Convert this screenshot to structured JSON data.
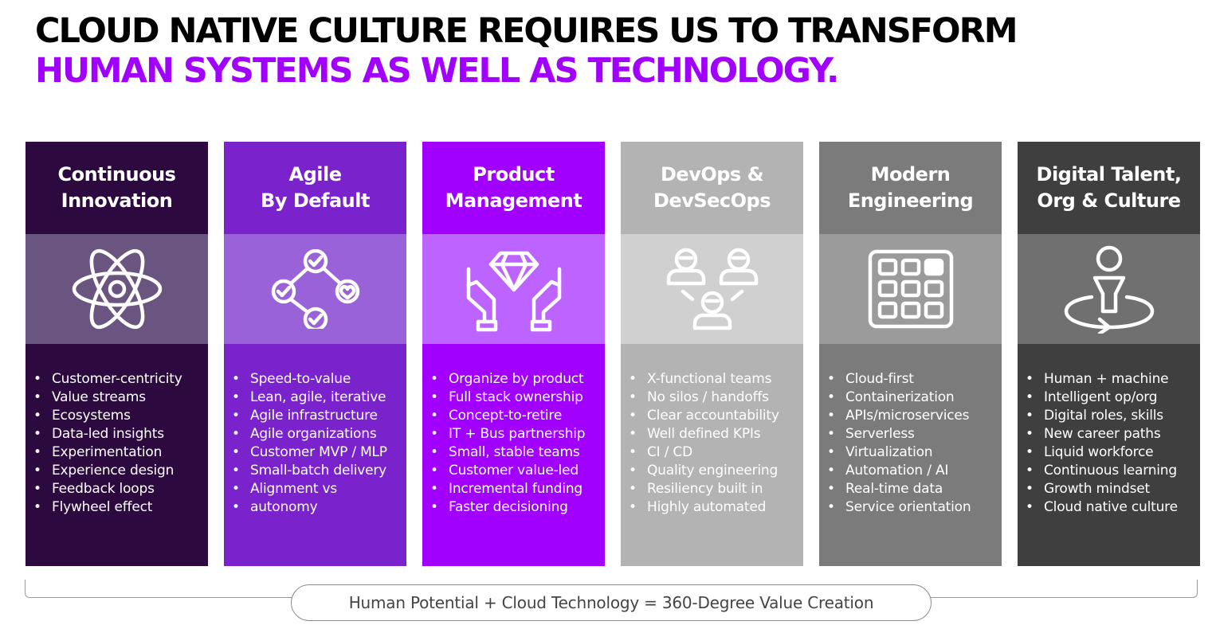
{
  "title": {
    "line1": "CLOUD NATIVE CULTURE REQUIRES US TO TRANSFORM",
    "line2": "HUMAN SYSTEMS AS WELL AS TECHNOLOGY."
  },
  "colors": {
    "title_black": "#000000",
    "title_purple": "#a100ff",
    "col1": [
      "#2c0a40",
      "#6a5580",
      "#2c0a40"
    ],
    "col2": [
      "#7a22cc",
      "#9a62d9",
      "#7a22cc"
    ],
    "col3": [
      "#a100ff",
      "#bd63ff",
      "#a100ff"
    ],
    "col4": [
      "#b3b3b3",
      "#d0d0d0",
      "#b3b3b3"
    ],
    "col5": [
      "#7b7b7b",
      "#9b9b9b",
      "#7b7b7b"
    ],
    "col6": [
      "#3f3f3f",
      "#707070",
      "#3f3f3f"
    ]
  },
  "columns": [
    {
      "heading": [
        "Continuous",
        "Innovation"
      ],
      "icon": "atom-icon",
      "items": [
        "Customer-centricity",
        "Value streams",
        "Ecosystems",
        "Data-led insights",
        "Experimentation",
        "Experience design",
        "Feedback loops",
        "Flywheel effect"
      ]
    },
    {
      "heading": [
        "Agile",
        "By Default"
      ],
      "icon": "connected-checkmarks-icon",
      "items": [
        "Speed-to-value",
        "Lean, agile, iterative",
        "Agile infrastructure",
        "Agile organizations",
        "Customer MVP / MLP",
        "Small-batch delivery",
        "Alignment vs",
        "autonomy"
      ]
    },
    {
      "heading": [
        "Product",
        "Management"
      ],
      "icon": "diamond-in-hands-icon",
      "items": [
        "Organize by product",
        "Full stack ownership",
        "Concept-to-retire",
        "IT + Bus partnership",
        "Small, stable teams",
        "Customer value-led",
        "Incremental funding",
        "Faster decisioning"
      ]
    },
    {
      "heading": [
        "DevOps &",
        "DevSecOps"
      ],
      "icon": "team-collaboration-icon",
      "items": [
        "X-functional teams",
        "No silos / handoffs",
        "Clear accountability",
        "Well defined KPIs",
        "CI / CD",
        "Quality engineering",
        "Resiliency built in",
        "Highly automated"
      ]
    },
    {
      "heading": [
        "Modern",
        "Engineering"
      ],
      "icon": "grid-panel-icon",
      "items": [
        "Cloud-first",
        "Containerization",
        "APIs/microservices",
        "Serverless",
        "Virtualization",
        "Automation / AI",
        "Real-time data",
        "Service orientation"
      ]
    },
    {
      "heading": [
        "Digital Talent,",
        "Org & Culture"
      ],
      "icon": "person-orbit-icon",
      "items": [
        "Human + machine",
        "Intelligent op/org",
        "Digital roles, skills",
        "New career paths",
        "Liquid workforce",
        "Continuous learning",
        "Growth mindset",
        "Cloud native culture"
      ]
    }
  ],
  "footer": {
    "equation": "Human Potential + Cloud Technology = 360-Degree Value Creation"
  }
}
